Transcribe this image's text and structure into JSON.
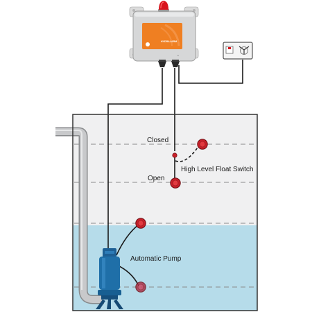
{
  "labels": {
    "closed": "Closed",
    "open": "Open",
    "high_level_float_switch": "High Level Float Switch",
    "automatic_pump": "Automatic Pump"
  },
  "controller": {
    "brand": "HYDRALARM"
  },
  "colors": {
    "tank_outline": "#333333",
    "tank_air": "#f0f0f1",
    "water": "#b6dcea",
    "pump": "#1f6fa8",
    "float": "#c8202a",
    "controller_panel": "#ef7f22",
    "alarm_beacon": "#d8141c",
    "discharge_pipe": "#c8c9cb",
    "cable": "#1a1a1a"
  },
  "icons": {
    "beacon": "alarm-beacon-icon",
    "socket": "power-socket-icon"
  }
}
